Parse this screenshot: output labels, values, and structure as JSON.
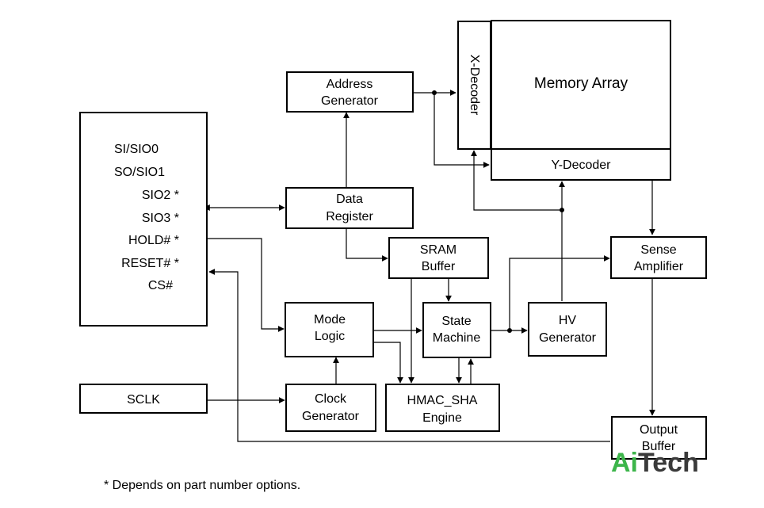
{
  "interface_block": {
    "pins": [
      "SI/SIO0",
      "SO/SIO1",
      "SIO2 *",
      "SIO3 *",
      "HOLD# *",
      "RESET# *",
      "CS#"
    ]
  },
  "blocks": {
    "sclk": {
      "label": "SCLK"
    },
    "address_generator": {
      "line1": "Address",
      "line2": "Generator"
    },
    "data_register": {
      "line1": "Data",
      "line2": "Register"
    },
    "sram_buffer": {
      "line1": "SRAM",
      "line2": "Buffer"
    },
    "mode_logic": {
      "line1": "Mode",
      "line2": "Logic"
    },
    "clock_generator": {
      "line1": "Clock",
      "line2": "Generator"
    },
    "state_machine": {
      "line1": "State",
      "line2": "Machine"
    },
    "hmac_sha_engine": {
      "line1": "HMAC_SHA",
      "line2": "Engine"
    },
    "hv_generator": {
      "line1": "HV",
      "line2": "Generator"
    },
    "x_decoder": {
      "label": "X-Decoder"
    },
    "memory_array": {
      "label": "Memory Array"
    },
    "y_decoder": {
      "label": "Y-Decoder"
    },
    "sense_amplifier": {
      "line1": "Sense",
      "line2": "Amplifier"
    },
    "output_buffer": {
      "line1": "Output",
      "line2": "Buffer"
    }
  },
  "footnote": "* Depends on part number options.",
  "watermark": {
    "part1": "Ai",
    "part2": "Tech",
    "color1": "#3cb54a",
    "color2": "#3a3a3a"
  }
}
